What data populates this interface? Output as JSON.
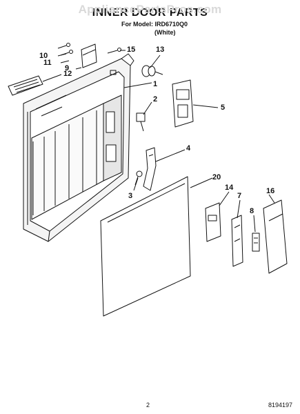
{
  "watermark": "AppliancePartsPros.com",
  "header": {
    "title": "INNER DOOR PARTS",
    "model": "For Model: IRD6710Q0",
    "color": "(White)"
  },
  "callouts": {
    "c1": "1",
    "c2": "2",
    "c3": "3",
    "c4": "4",
    "c5": "5",
    "c7": "7",
    "c8": "8",
    "c9": "9",
    "c10": "10",
    "c11": "11",
    "c12": "12",
    "c13": "13",
    "c14": "14",
    "c15": "15",
    "c16": "16",
    "c20": "20"
  },
  "footer": {
    "page": "2",
    "doc_number": "8194197"
  },
  "colors": {
    "ink": "#111111",
    "watermark": "#d9d9d9",
    "panel_shade": "#e6e6e6"
  }
}
